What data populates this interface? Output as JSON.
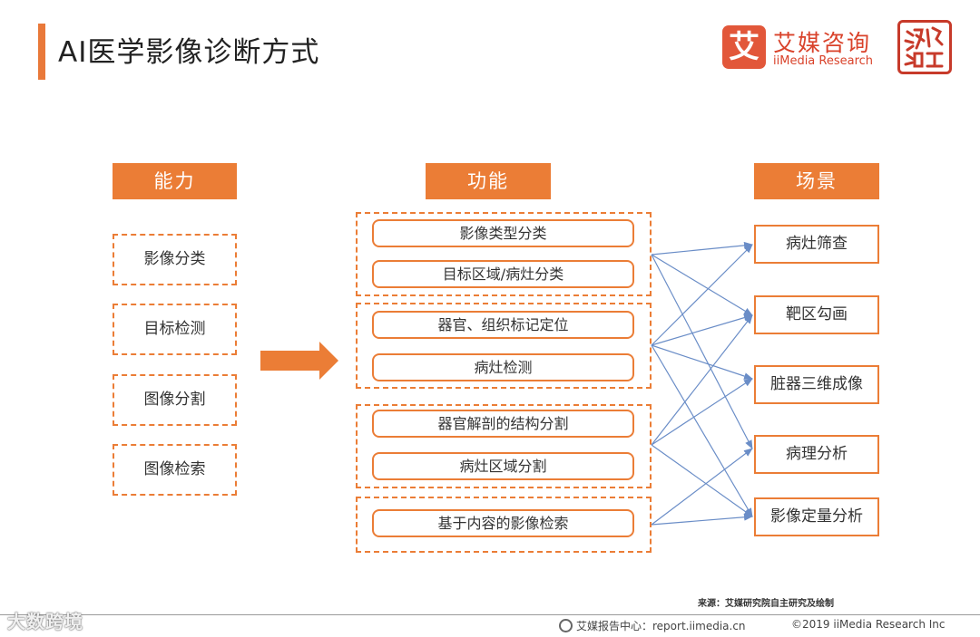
{
  "header": {
    "title": "AI医学影像诊断方式",
    "logo_char": "艾",
    "logo_name": "艾媒咨询",
    "logo_en": "iiMedia Research"
  },
  "columns": {
    "ability": "能力",
    "function": "功能",
    "scene": "场景"
  },
  "abilities": [
    "影像分类",
    "目标检测",
    "图像分割",
    "图像检索"
  ],
  "functions": [
    "影像类型分类",
    "目标区域/病灶分类",
    "器官、组织标记定位",
    "病灶检测",
    "器官解剖的结构分割",
    "病灶区域分割",
    "基于内容的影像检索"
  ],
  "scenes": [
    "病灶筛查",
    "靶区勾画",
    "脏器三维成像",
    "病理分析",
    "影像定量分析"
  ],
  "colors": {
    "accent": "#eb7d36",
    "connector": "#6a8dc7",
    "logo_red": "#e2573a",
    "seal_red": "#c73a2a"
  },
  "footer": {
    "source": "来源：艾媒研究院自主研究及绘制",
    "site": "艾媒报告中心：report.iimedia.cn",
    "copyright": "©2019  iiMedia Research Inc",
    "watermark": "大数跨境"
  }
}
